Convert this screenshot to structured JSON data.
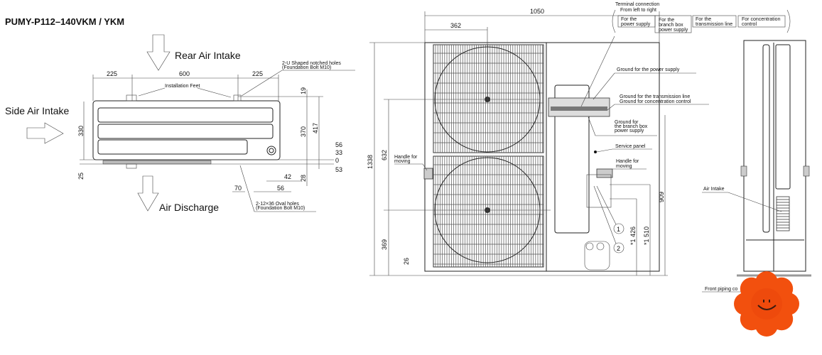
{
  "title": "PUMY-P112–140VKM / YKM",
  "top_view": {
    "rear_air_intake": "Rear Air Intake",
    "side_air_intake": "Side Air Intake",
    "air_discharge": "Air Discharge",
    "installation_feet": "Installation Feet",
    "u_holes_line1": "2-U Shaped notched holes",
    "u_holes_line2": "(Foundation Bolt M10)",
    "oval_holes_line1": "2-12×36 Oval holes",
    "oval_holes_line2": "(Foundation Bolt M10)",
    "dims": {
      "left_225": "225",
      "mid_600": "600",
      "right_225": "225",
      "d330": "330",
      "d25": "25",
      "d19": "19",
      "d370": "370",
      "d417": "417",
      "d56a": "56",
      "d33": "33",
      "d0": "0",
      "d53": "53",
      "d28": "28",
      "d42": "42",
      "d56b": "56",
      "d70": "70"
    }
  },
  "front_view": {
    "dims": {
      "width": "1050",
      "d362": "362",
      "height": "1338",
      "d632": "632",
      "d369": "369",
      "d26": "26",
      "d909": "909",
      "d1426": "*1 426",
      "d1510": "*1 510"
    },
    "terminal_connection": "Terminal connection",
    "from_left_to_right": "From left to right",
    "terminals": [
      [
        "For the",
        "power supply"
      ],
      [
        "For the",
        "branch box",
        "power supply"
      ],
      [
        "For the",
        "transmission line"
      ],
      [
        "For concentration",
        "control"
      ]
    ],
    "ground_power": "Ground for the power supply",
    "ground_transmission": "Ground for the transmission line",
    "ground_concentration": "Ground for concentration control",
    "ground_branch": [
      "Ground for",
      "the branch box",
      "power supply"
    ],
    "service_panel": "Service panel",
    "handle_right": [
      "Handle for",
      "moving"
    ],
    "handle_left": [
      "Handle for",
      "moving"
    ],
    "marker_1": "1",
    "marker_2": "2"
  },
  "side_view": {
    "air_intake": "Air Intake",
    "front_piping": "Front piping co"
  },
  "colors": {
    "line": "#222222",
    "flower": "#f2500e"
  }
}
